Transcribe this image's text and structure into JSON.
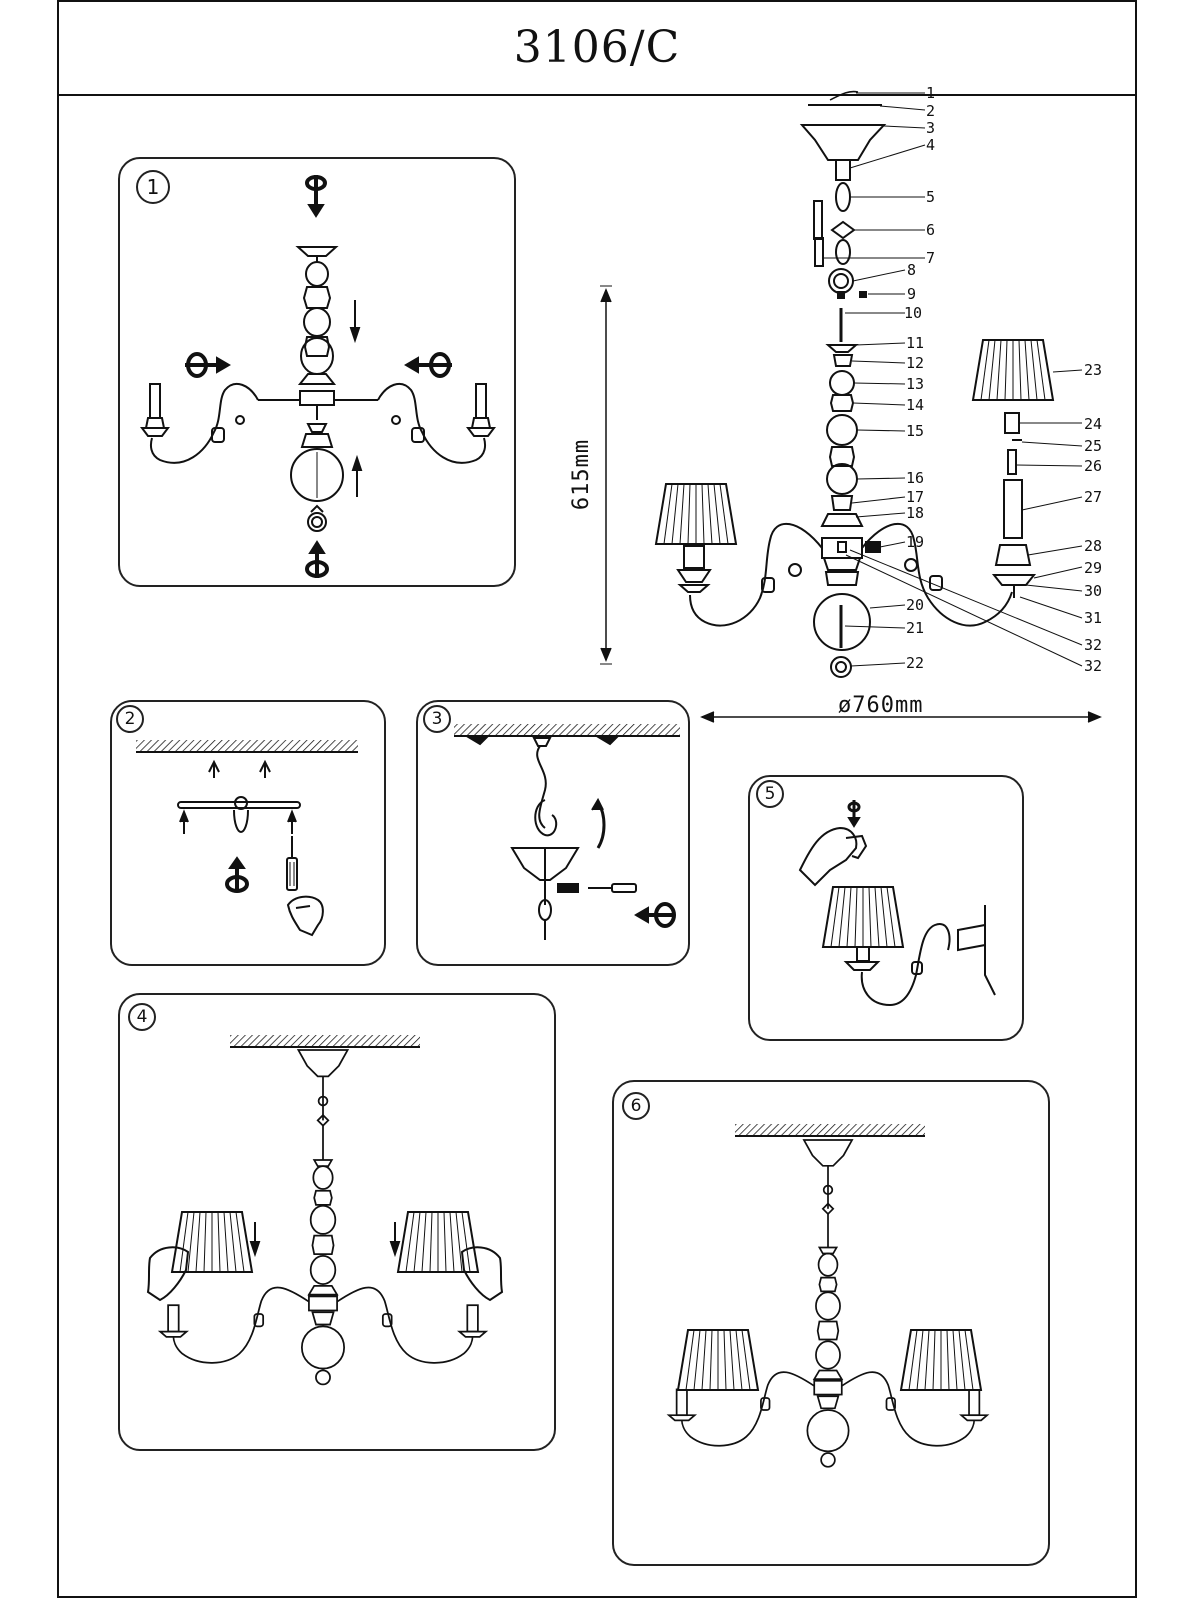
{
  "title": "3106/C",
  "dimensions": {
    "height": "615mm",
    "diameter": "ø760mm"
  },
  "steps": [
    "1",
    "2",
    "3",
    "4",
    "5",
    "6"
  ],
  "part_labels": [
    "1",
    "2",
    "3",
    "4",
    "5",
    "6",
    "7",
    "8",
    "9",
    "10",
    "11",
    "12",
    "13",
    "14",
    "15",
    "16",
    "17",
    "18",
    "19",
    "20",
    "21",
    "22",
    "23",
    "24",
    "25",
    "26",
    "27",
    "28",
    "29",
    "30",
    "31",
    "32",
    "32"
  ],
  "icons": [
    "rotate-down-icon",
    "rotate-up-icon",
    "rotate-right-icon",
    "rotate-left-icon",
    "arrow-down-icon",
    "arrow-up-icon",
    "screwdriver-icon",
    "hand-icon",
    "lamp-shade-icon",
    "ceiling-icon"
  ],
  "colors": {
    "line": "#111111",
    "background": "#ffffff"
  }
}
